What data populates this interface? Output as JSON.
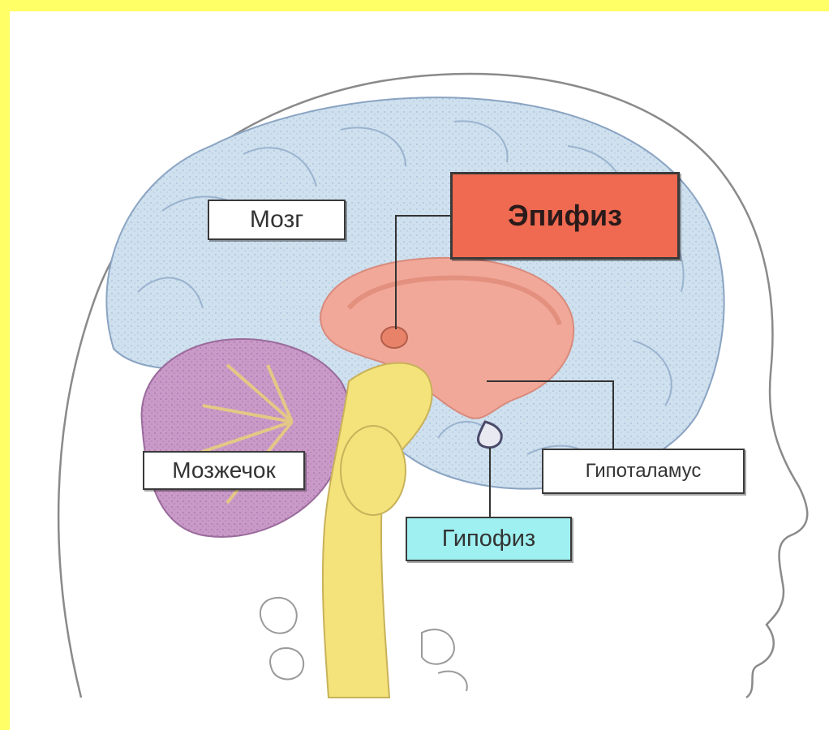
{
  "diagram": {
    "labels": {
      "mozg": "Мозг",
      "epifiz": "Эпифиз",
      "mozzhechok": "Мозжечок",
      "gipotalamus": "Гипоталамус",
      "gipofiz": "Гипофиз"
    }
  },
  "colors": {
    "frame": "#ffff66",
    "cerebrum": "#cfe0ee",
    "cerebellum": "#c99ac8",
    "brainstem": "#f4e27a",
    "diencephalon": "#f2a899",
    "epifiz_box": "#ef6a50",
    "gipofiz_box": "#9ff0f0"
  }
}
